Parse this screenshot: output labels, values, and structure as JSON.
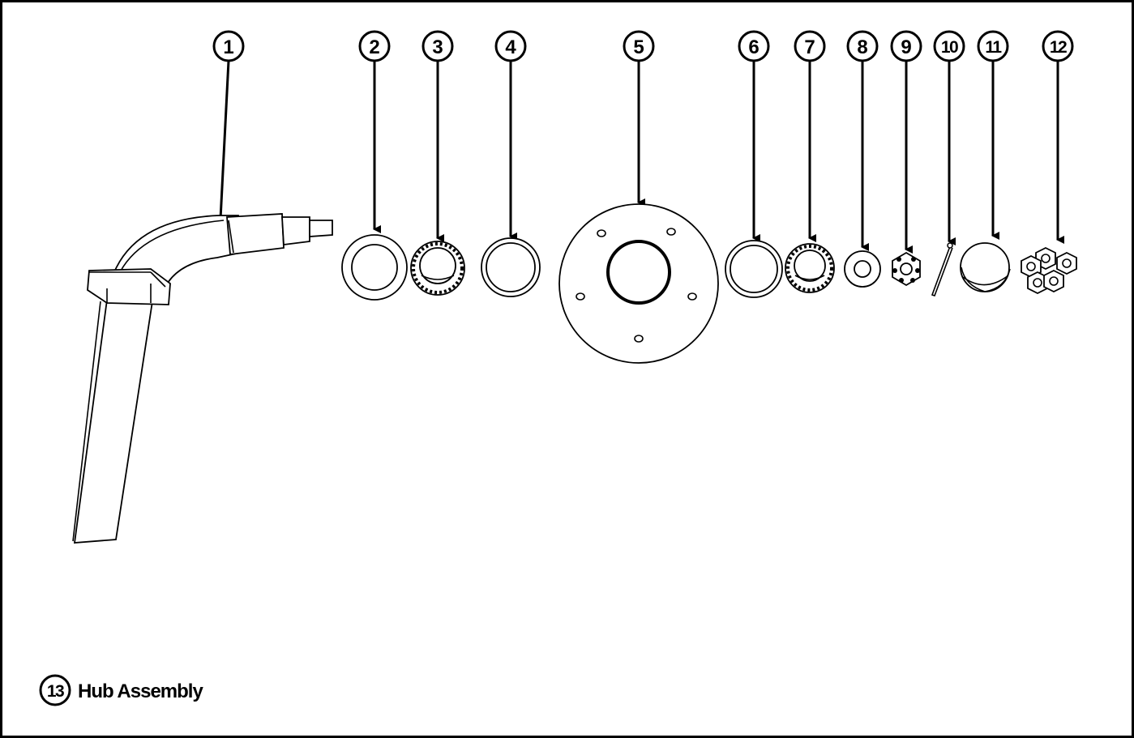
{
  "callouts": [
    "1",
    "2",
    "3",
    "4",
    "5",
    "6",
    "7",
    "8",
    "9",
    "10",
    "11",
    "12"
  ],
  "title": {
    "number": "13",
    "text": "Hub Assembly"
  },
  "parts": [
    {
      "callout": "1",
      "icon": "spindle-icon"
    },
    {
      "callout": "2",
      "icon": "seal-icon"
    },
    {
      "callout": "3",
      "icon": "bearing-icon"
    },
    {
      "callout": "4",
      "icon": "race-icon"
    },
    {
      "callout": "5",
      "icon": "hub-icon"
    },
    {
      "callout": "6",
      "icon": "race-icon"
    },
    {
      "callout": "7",
      "icon": "bearing-icon"
    },
    {
      "callout": "8",
      "icon": "washer-icon"
    },
    {
      "callout": "9",
      "icon": "castle-nut-icon"
    },
    {
      "callout": "10",
      "icon": "cotter-pin-icon"
    },
    {
      "callout": "11",
      "icon": "dust-cap-icon"
    },
    {
      "callout": "12",
      "icon": "lug-nuts-icon"
    }
  ],
  "colors": {
    "line": "#000000",
    "background": "#ffffff"
  }
}
